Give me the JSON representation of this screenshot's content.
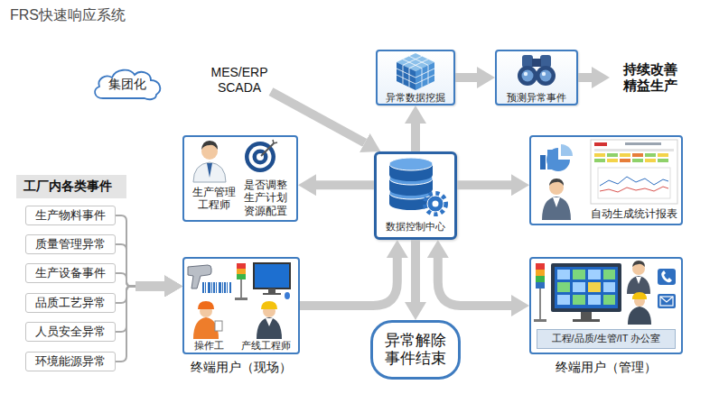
{
  "diagram": {
    "title": "FRS快速响应系统",
    "nodes": [
      {
        "text": [
          "集团化"
        ]
      },
      {
        "text": [
          "MES/ERP SCADA"
        ]
      },
      {
        "text": [
          "异常数据挖掘"
        ]
      },
      {
        "text": [
          "预测异常事件"
        ]
      },
      {
        "text": [
          "持续改善 精益生产"
        ]
      },
      {
        "text": [
          "生产管理 工程师",
          "是否调整 生产计划 资源配置"
        ]
      },
      {
        "text": [
          "数据控制中心"
        ]
      },
      {
        "text": [
          "自动生成统计报表"
        ]
      },
      {
        "text": [
          "工厂内各类事件"
        ]
      },
      {
        "text": [
          "生产物料事件"
        ]
      },
      {
        "text": [
          "质量管理异常"
        ]
      },
      {
        "text": [
          "生产设备事件"
        ]
      },
      {
        "text": [
          "品质工艺异常"
        ]
      },
      {
        "text": [
          "人员安全异常"
        ]
      },
      {
        "text": [
          "环境能源异常"
        ]
      },
      {
        "text": [
          "操作工",
          "产线工程师",
          "终端用户（现场）"
        ]
      },
      {
        "text": [
          "异常解除 事件结束"
        ]
      },
      {
        "text": [
          "终端用户（管理）"
        ]
      },
      {
        "text": [
          "工程/品质/生管/IT 办公室"
        ],
        "in": 17
      }
    ],
    "edges": [
      {
        "from": 1,
        "to": 6,
        "arrow": "to"
      },
      {
        "from": 6,
        "to": 2,
        "arrow": "to"
      },
      {
        "from": 2,
        "to": 3,
        "arrow": "to"
      },
      {
        "from": 3,
        "to": 4,
        "arrow": "to"
      },
      {
        "from": 6,
        "to": 5,
        "arrow": "to"
      },
      {
        "from": 6,
        "to": 7,
        "arrow": "to"
      },
      {
        "from": 9,
        "to": 15,
        "arrow": "to"
      },
      {
        "from": 10,
        "to": 15,
        "arrow": "to"
      },
      {
        "from": 11,
        "to": 15,
        "arrow": "to"
      },
      {
        "from": 12,
        "to": 15,
        "arrow": "to"
      },
      {
        "from": 13,
        "to": 15,
        "arrow": "to"
      },
      {
        "from": 14,
        "to": 15,
        "arrow": "to"
      },
      {
        "from": 15,
        "to": 6,
        "arrow": "to"
      },
      {
        "from": 6,
        "to": 16,
        "arrow": "to"
      },
      {
        "from": 6,
        "to": 17,
        "arrow": "both"
      }
    ]
  }
}
